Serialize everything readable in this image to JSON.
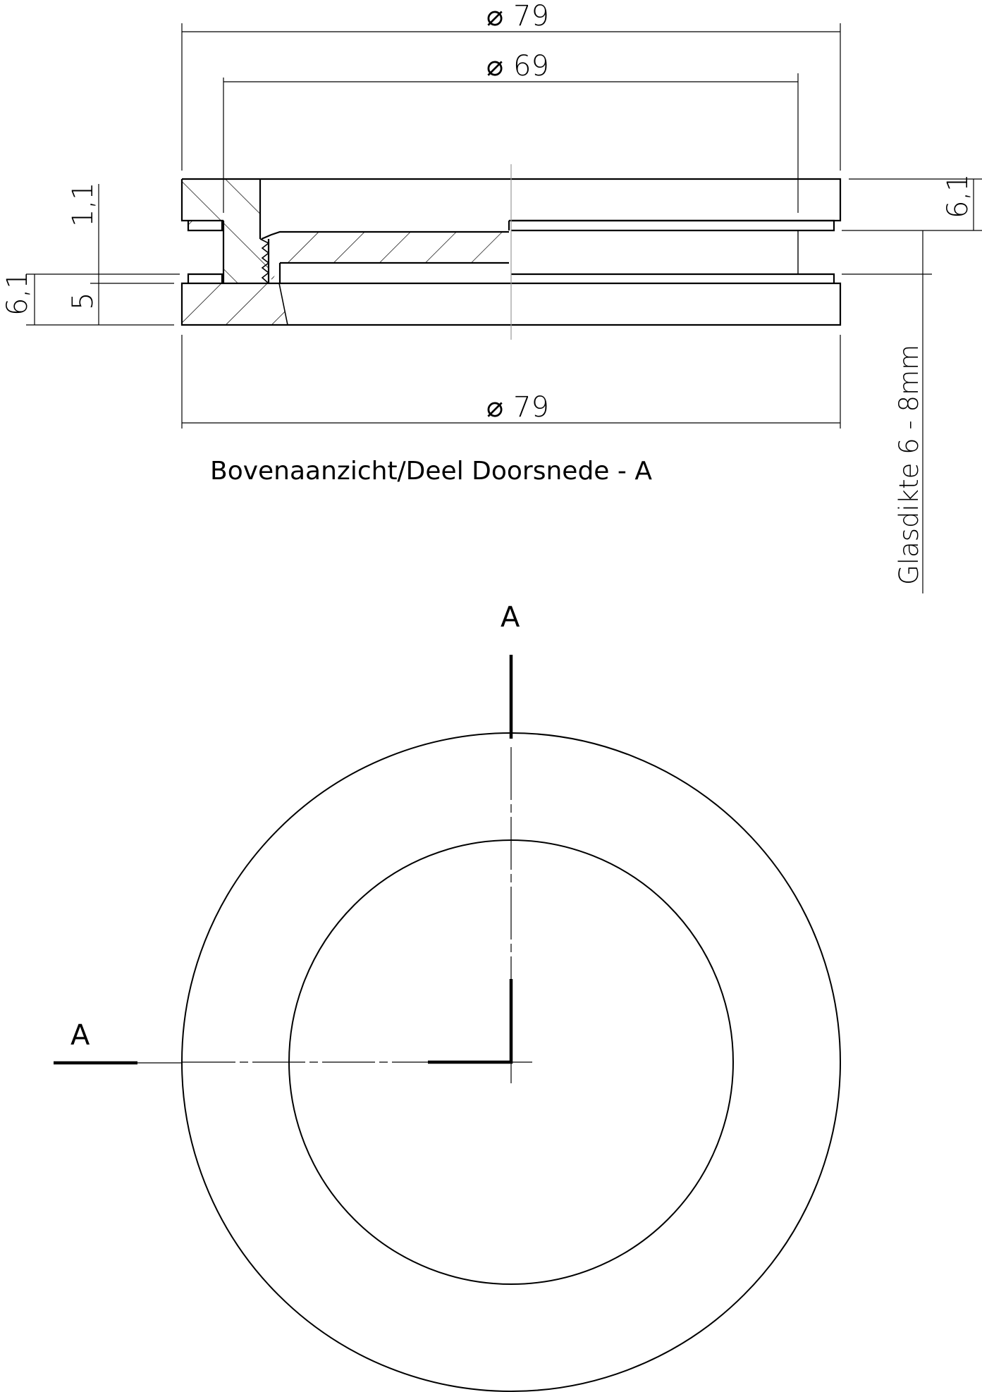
{
  "section_view": {
    "caption": "Bovenaanzicht/Deel Doorsnede - A",
    "dimensions": {
      "outer_diameter_top": {
        "symbol": "⌀",
        "value": "79"
      },
      "inner_diameter": {
        "symbol": "⌀",
        "value": "69"
      },
      "outer_diameter_bottom": {
        "symbol": "⌀",
        "value": "79"
      },
      "left_upper": "1,1",
      "left_inner": "5",
      "left_outer": "6,1",
      "right_top": "6,1"
    },
    "glass_note": "Glasdikte 6 - 8mm"
  },
  "plan_view": {
    "section_label_top": "A",
    "section_label_left": "A"
  },
  "colors": {
    "line": "#000000",
    "centerline": "#9a9a9a",
    "background": "#ffffff"
  }
}
